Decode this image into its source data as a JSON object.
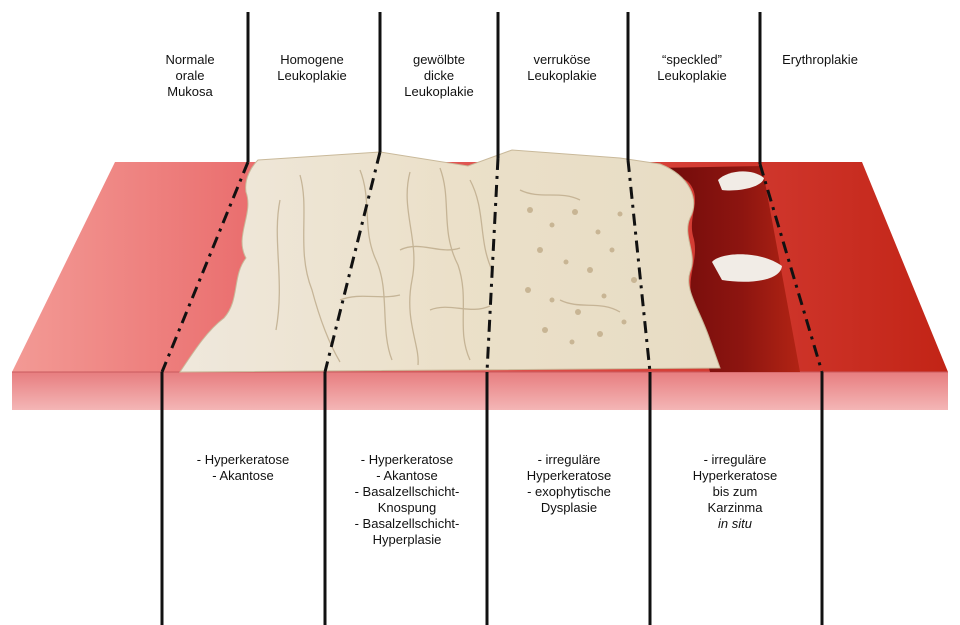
{
  "top_labels": [
    {
      "lines": [
        "Normale",
        "orale",
        "Mukosa"
      ]
    },
    {
      "lines": [
        "Homogene",
        "Leukoplakie"
      ]
    },
    {
      "lines": [
        "gewölbte",
        "dicke",
        "Leukoplakie"
      ]
    },
    {
      "lines": [
        "verruköse",
        "Leukoplakie"
      ]
    },
    {
      "lines": [
        "“speckled”",
        "Leukoplakie"
      ]
    },
    {
      "lines": [
        "Erythroplakie"
      ]
    }
  ],
  "bottom_labels": [
    {
      "lines": [
        "- Hyperkeratose",
        "- Akantose"
      ]
    },
    {
      "lines": [
        "- Hyperkeratose",
        "- Akantose",
        "- Basalzellschicht-",
        "Knospung",
        "- Basalzellschicht-",
        "Hyperplasie"
      ]
    },
    {
      "lines": [
        "- irreguläre",
        "Hyperkeratose",
        "- exophytische",
        "Dysplasie"
      ]
    },
    {
      "lines": [
        "- irreguläre",
        "Hyperkeratose",
        "bis zum",
        "Karzinma"
      ],
      "italic_line": "in situ"
    }
  ],
  "colors": {
    "normal_mucosa": "#e96b6b",
    "erythroplakia": "#c62a1a",
    "leukoplakia": "#ece2cf",
    "slab_side": "#e88a8a",
    "divider": "#111111"
  }
}
